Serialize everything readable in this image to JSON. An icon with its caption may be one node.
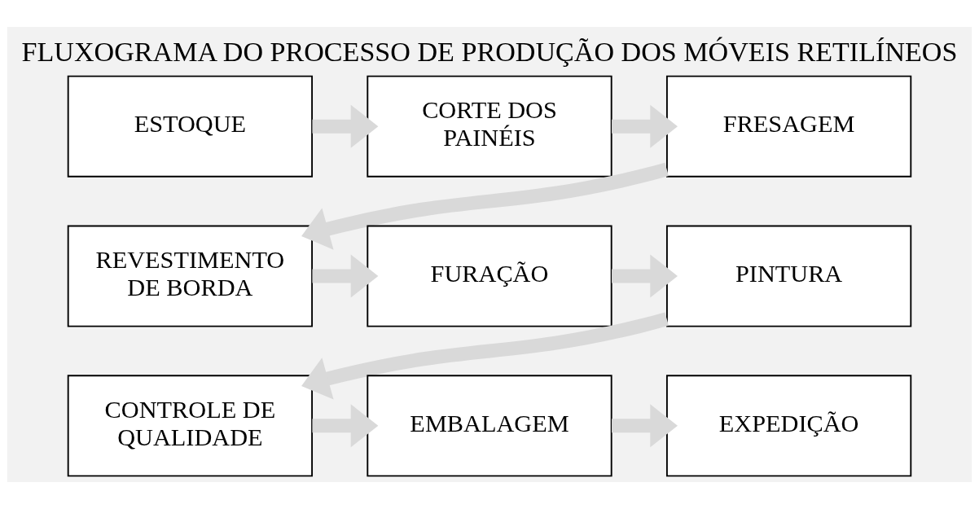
{
  "diagram": {
    "title": "FLUXOGRAMA DO PROCESSO DE PRODUÇÃO DOS MÓVEIS RETILÍNEOS",
    "nodes": [
      {
        "text": [
          "ESTOQUE"
        ]
      },
      {
        "text": [
          "CORTE DOS PAINÉIS"
        ]
      },
      {
        "text": [
          "FRESAGEM"
        ]
      },
      {
        "text": [
          "REVESTIMENTO DE BORDA"
        ]
      },
      {
        "text": [
          "FURAÇÃO"
        ]
      },
      {
        "text": [
          "PINTURA"
        ]
      },
      {
        "text": [
          "CONTROLE DE QUALIDADE"
        ]
      },
      {
        "text": [
          "EMBALAGEM"
        ]
      },
      {
        "text": [
          "EXPEDIÇÃO"
        ]
      }
    ],
    "edges": [
      {
        "from": 0,
        "to": 1,
        "arrow": "to"
      },
      {
        "from": 1,
        "to": 2,
        "arrow": "to"
      },
      {
        "from": 2,
        "to": 3,
        "arrow": "to"
      },
      {
        "from": 3,
        "to": 4,
        "arrow": "to"
      },
      {
        "from": 4,
        "to": 5,
        "arrow": "to"
      },
      {
        "from": 5,
        "to": 6,
        "arrow": "to"
      },
      {
        "from": 6,
        "to": 7,
        "arrow": "to"
      },
      {
        "from": 7,
        "to": 8,
        "arrow": "to"
      }
    ]
  }
}
